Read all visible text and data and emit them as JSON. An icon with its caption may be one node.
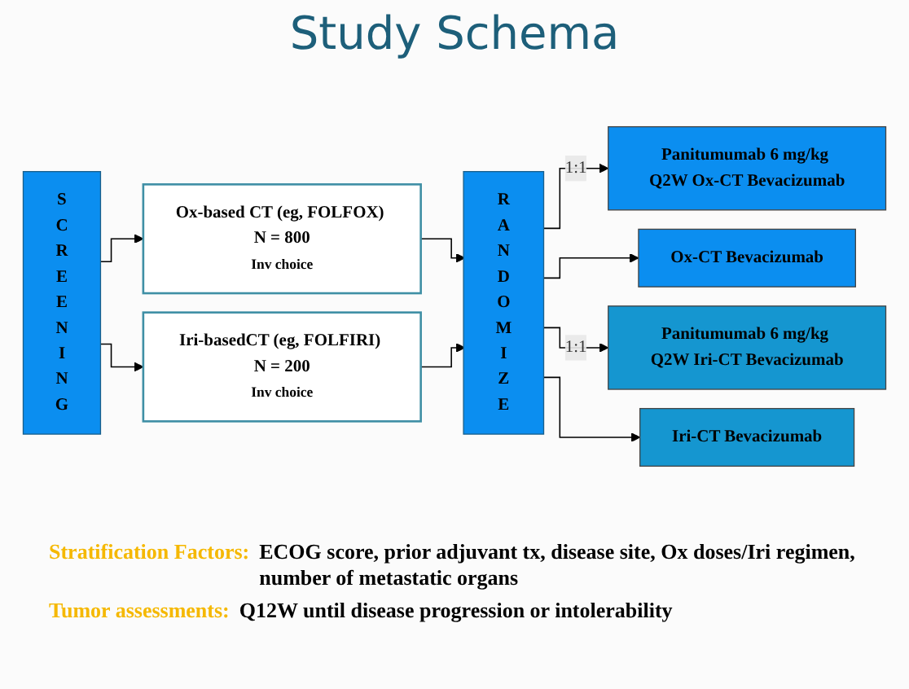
{
  "diagram": {
    "title": "Study Schema",
    "nodes": [
      {
        "text": [
          "SCREENING"
        ]
      },
      {
        "text": [
          "Ox-based CT (eg, FOLFOX) N = 800",
          "Inv choice"
        ]
      },
      {
        "text": [
          "Iri-basedCT (eg, FOLFIRI) N = 200",
          "Inv choice"
        ]
      },
      {
        "text": [
          "RANDOMIZE"
        ]
      },
      {
        "text": [
          "Panitumumab 6 mg/kg Q2W Ox-CT Bevacizumab"
        ]
      },
      {
        "text": [
          "Ox-CT Bevacizumab"
        ]
      },
      {
        "text": [
          "Panitumumab 6 mg/kg Q2W Iri-CT Bevacizumab"
        ]
      },
      {
        "text": [
          "Iri-CT Bevacizumab"
        ]
      }
    ],
    "edges": [
      {
        "from": 0,
        "to": 1,
        "arrow": "to"
      },
      {
        "from": 0,
        "to": 2,
        "arrow": "to"
      },
      {
        "from": 1,
        "to": 3,
        "arrow": "to"
      },
      {
        "from": 2,
        "to": 3,
        "arrow": "to"
      },
      {
        "from": 3,
        "to": 4,
        "arrow": "to",
        "label": "1:1"
      },
      {
        "from": 3,
        "to": 5,
        "arrow": "to"
      },
      {
        "from": 3,
        "to": 6,
        "arrow": "to",
        "label": "1:1"
      },
      {
        "from": 3,
        "to": 7,
        "arrow": "to"
      }
    ],
    "labels": [
      "Stratification Factors:",
      "ECOG score, prior adjuvant tx, disease site, Ox doses/Iri regimen, number of metastatic organs",
      "Tumor assessments:",
      "Q12W until disease progression or intolerability"
    ]
  }
}
